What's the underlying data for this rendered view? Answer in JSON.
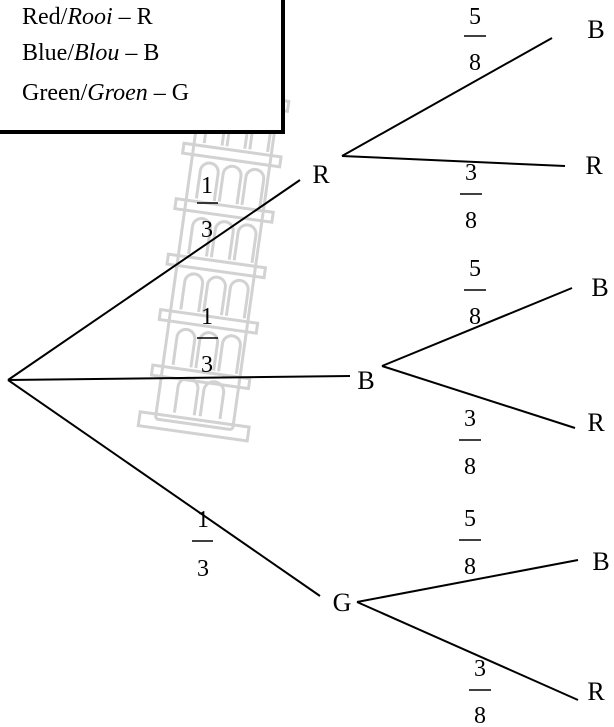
{
  "legend": {
    "rows": [
      {
        "en": "Red/",
        "af": "Rooi",
        "sep": " – ",
        "code": "R"
      },
      {
        "en": "Blue/",
        "af": "Blou",
        "sep": " – ",
        "code": "B"
      },
      {
        "en": "Green/",
        "af": "Groen",
        "sep": " – ",
        "code": "G"
      }
    ]
  },
  "first_stage": [
    {
      "node": "R",
      "numerator": "1",
      "denominator": "3"
    },
    {
      "node": "B",
      "numerator": "1",
      "denominator": "3"
    },
    {
      "node": "G",
      "numerator": "1",
      "denominator": "3"
    }
  ],
  "second_stage": [
    {
      "parent": "R",
      "leaf": "B",
      "numerator": "5",
      "denominator": "8"
    },
    {
      "parent": "R",
      "leaf": "R",
      "numerator": "3",
      "denominator": "8"
    },
    {
      "parent": "B",
      "leaf": "B",
      "numerator": "5",
      "denominator": "8"
    },
    {
      "parent": "B",
      "leaf": "R",
      "numerator": "3",
      "denominator": "8"
    },
    {
      "parent": "G",
      "leaf": "B",
      "numerator": "5",
      "denominator": "8"
    },
    {
      "parent": "G",
      "leaf": "R",
      "numerator": "3",
      "denominator": "8"
    }
  ],
  "watermark_icon": "leaning-tower-icon"
}
